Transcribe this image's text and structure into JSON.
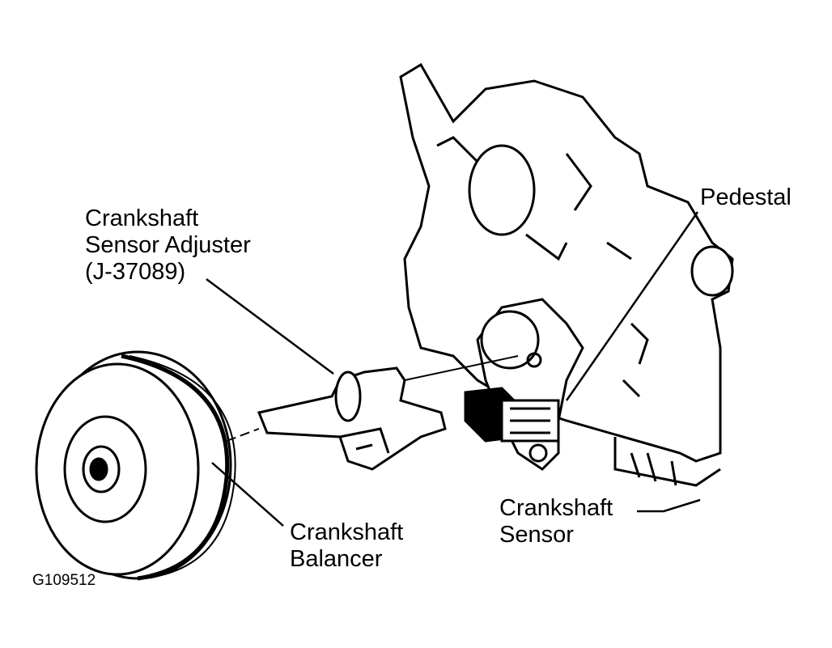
{
  "labels": {
    "pedestal": "Pedestal",
    "adjuster": [
      "Crankshaft",
      "Sensor Adjuster",
      "(J-37089)"
    ],
    "balancer": [
      "Crankshaft",
      "Balancer"
    ],
    "sensor": [
      "Crankshaft",
      "Sensor"
    ]
  },
  "figure_id": "G109512"
}
